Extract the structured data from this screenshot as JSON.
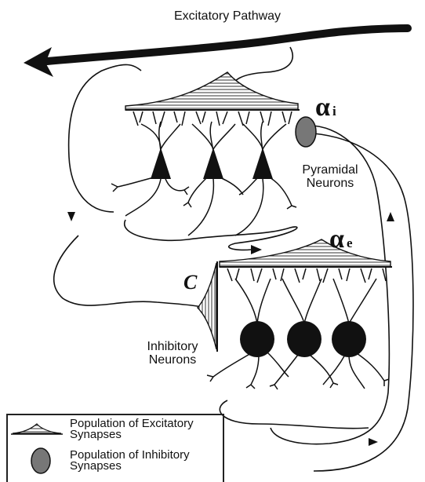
{
  "title": "Excitatory Pathway",
  "labels": {
    "pyramidal": [
      "Pyramidal",
      "Neurons"
    ],
    "inhibitory": [
      "Inhibitory",
      "Neurons"
    ],
    "alpha_i": {
      "symbol": "α",
      "subscript": "i"
    },
    "alpha_e": {
      "symbol": "α",
      "subscript": "e"
    },
    "c": "C"
  },
  "legend": {
    "excitatory": [
      "Population of Excitatory",
      "Synapses"
    ],
    "inhibitory": [
      "Population of Inhibitory",
      "Synapses"
    ]
  },
  "colors": {
    "ink": "#111111",
    "soma_fill": "#111111",
    "synapse_fill": "#777777"
  }
}
